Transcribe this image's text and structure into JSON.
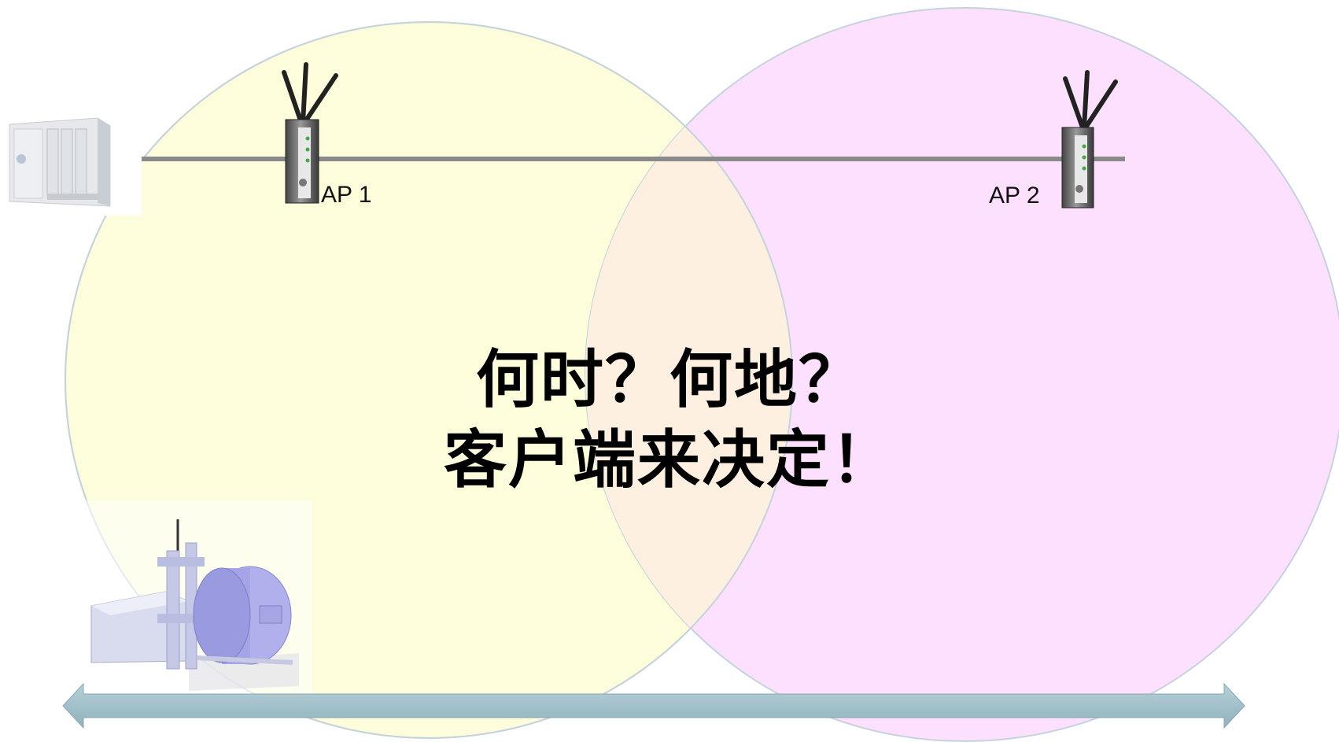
{
  "diagram": {
    "ap1_label": "AP 1",
    "ap2_label": "AP 2",
    "headline_line1": "何时？何地？",
    "headline_line2": "客户端来决定！",
    "colors": {
      "coverage_ap1": "#fdfddc",
      "coverage_ap2": "#fde0fd",
      "overlap": "#fdf0e0",
      "backbone": "#8a8a8a",
      "arrow": "#9fbfca"
    },
    "icons": [
      "plc-controller-icon",
      "access-point-icon",
      "forklift-vehicle-icon",
      "double-headed-arrow-icon"
    ]
  }
}
